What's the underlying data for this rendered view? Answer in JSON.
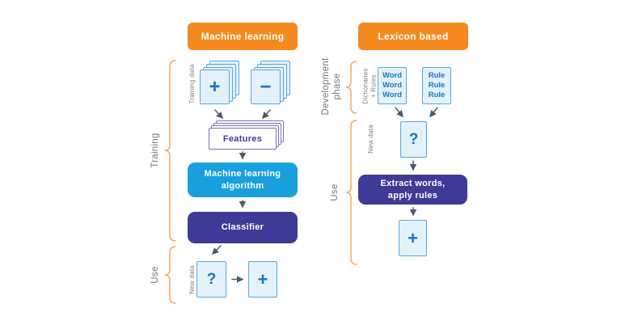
{
  "colors": {
    "header_orange": "#F6891F",
    "bracket_orange": "#F8A85F",
    "light_blue_fill": "#E3F1FB",
    "blue_border": "#58A7DB",
    "blue_text": "#1B75BC",
    "cyan_box": "#189FDD",
    "indigo_box": "#3E3B96",
    "purple_border": "#7C71B6",
    "gray_label": "#76767C",
    "arrow_gray": "#4B5A68"
  },
  "ml_column": {
    "header": "Machine learning",
    "training_bracket_label": "Training",
    "use_bracket_label": "Use",
    "training_data_label": "Training data",
    "new_data_label": "New data",
    "positive_doc_symbol": "+",
    "negative_doc_symbol": "−",
    "features_label": "Features",
    "algorithm_label": "Machine learning algorithm",
    "classifier_label": "Classifier",
    "query_symbol": "?",
    "result_symbol": "+"
  },
  "lexicon_column": {
    "header": "Lexicon based",
    "development_bracket_label": "Development phase",
    "use_bracket_label": "Use",
    "dictionaries_label_line1": "Dictionaries",
    "dictionaries_label_line2": "+ Rules",
    "new_data_label": "New data",
    "word_box_lines": [
      "Word",
      "Word",
      "Word"
    ],
    "rule_box_lines": [
      "Rule",
      "Rule",
      "Rule"
    ],
    "extract_label": "Extract words, apply rules",
    "query_symbol": "?",
    "result_symbol": "+"
  }
}
